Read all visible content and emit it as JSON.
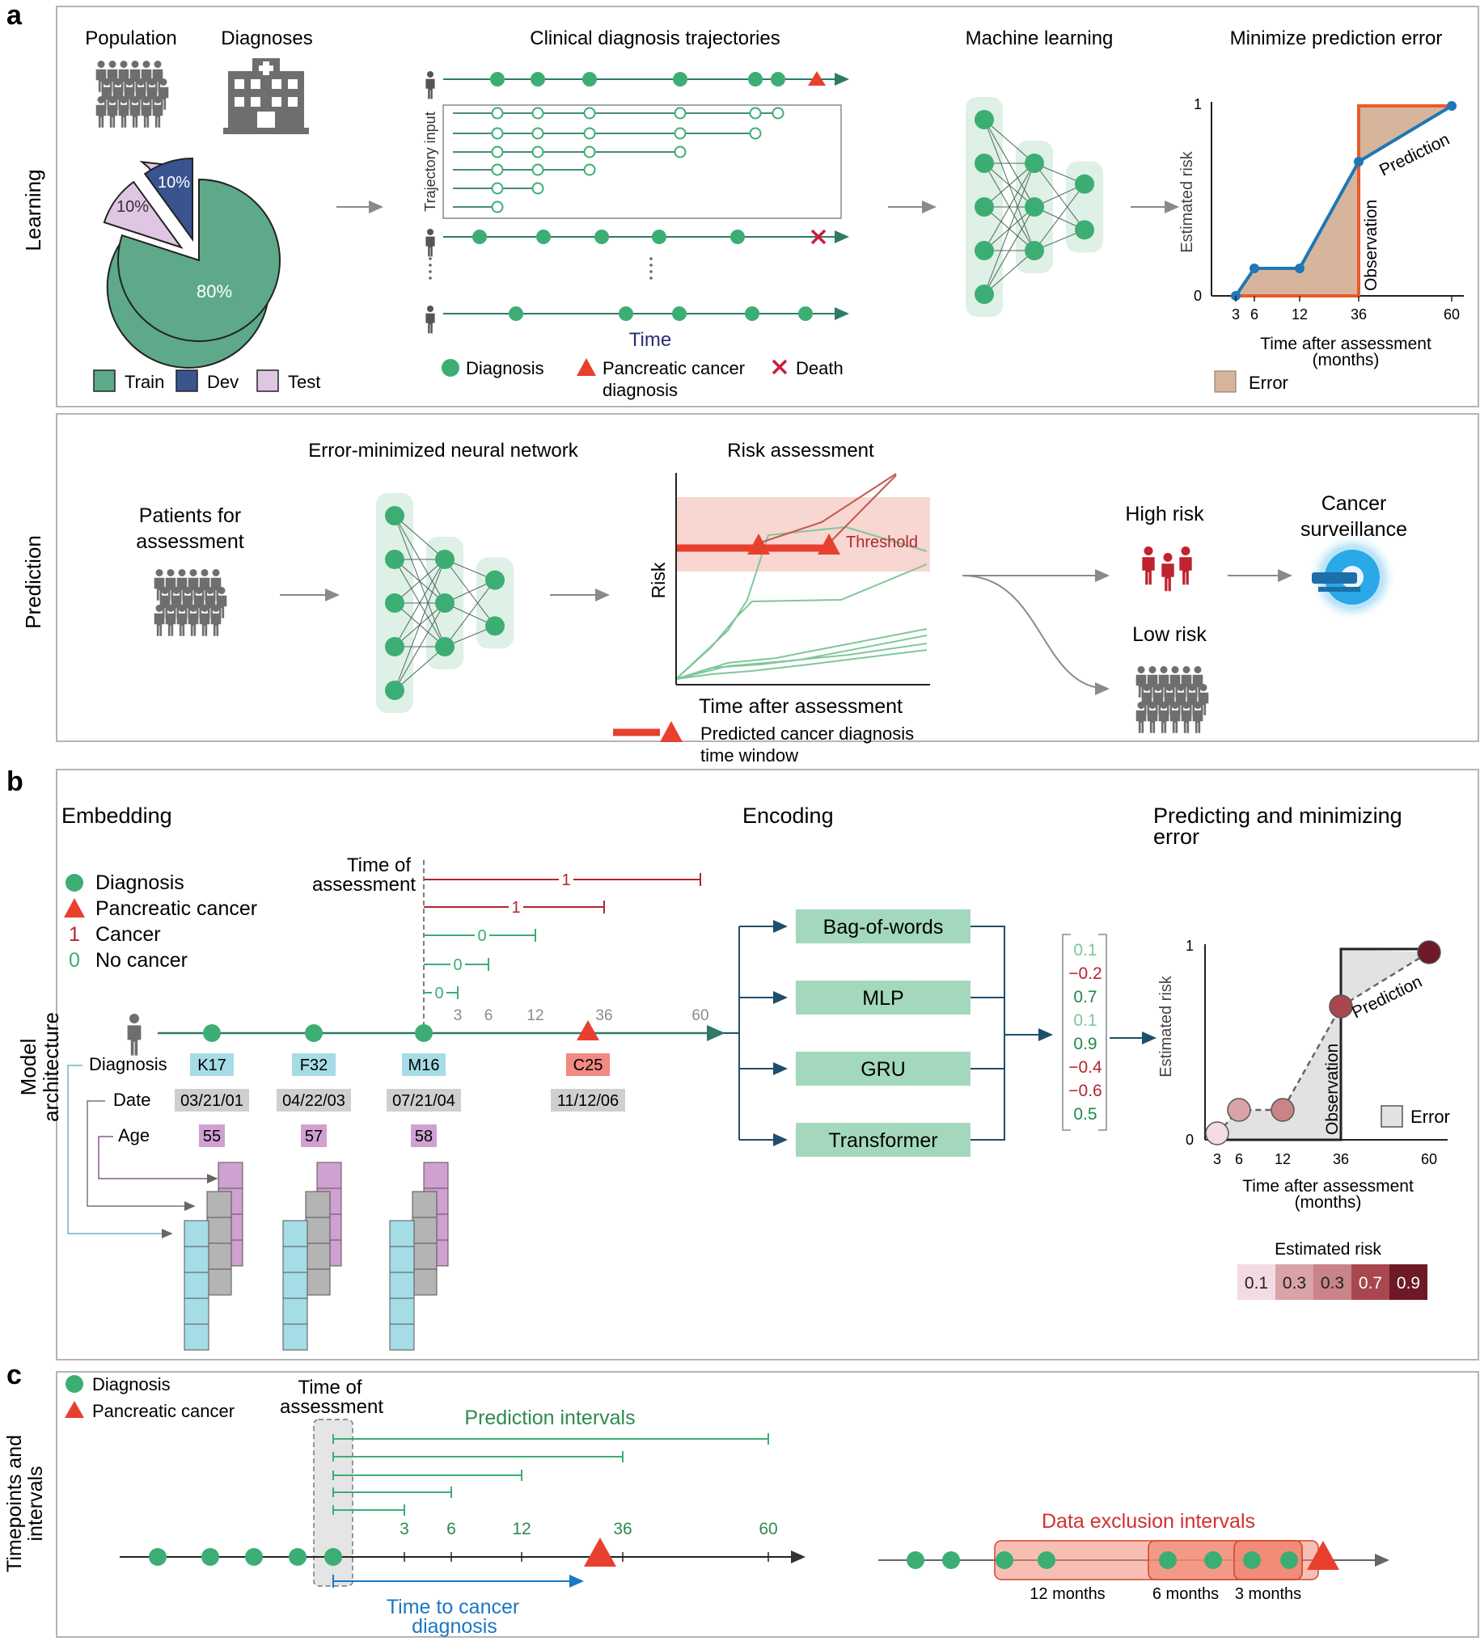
{
  "colors": {
    "green": "#3cae74",
    "green_light": "#dff0e6",
    "red": "#e8402f",
    "dark_red": "#b0272e",
    "teal": "#2e7a66",
    "blue_line": "#1a77c2",
    "train": "#5da98a",
    "dev": "#3a5490",
    "test": "#dfc7e3",
    "error_fill": "#d7b59d",
    "error_line": "#e85b2a",
    "threshold_band": "#f8d6d2",
    "embed_blue": "#a5dce5",
    "embed_gray": "#b4b4b4",
    "embed_purple": "#cfa0d0",
    "encoder_box": "#a3d8bd"
  },
  "panel_a": {
    "letter": "a",
    "learning": {
      "row_label": "Learning",
      "population": "Population",
      "diagnoses": "Diagnoses",
      "pie": [
        {
          "name": "Train",
          "pct": "80%",
          "value": 80
        },
        {
          "name": "Dev",
          "pct": "10%",
          "value": 10
        },
        {
          "name": "Test",
          "pct": "10%",
          "value": 10
        }
      ],
      "trajectories_title": "Clinical diagnosis trajectories",
      "trajectory_input": "Trajectory input",
      "time_label": "Time",
      "legend_diagnosis": "Diagnosis",
      "legend_pancreatic_1": "Pancreatic cancer",
      "legend_pancreatic_2": "diagnosis",
      "legend_death": "Death",
      "ml_title": "Machine learning",
      "minimize_title": "Minimize prediction error",
      "chart": {
        "ylabel": "Estimated risk",
        "y_top": "1",
        "y_bottom": "0",
        "x_ticks": [
          "3",
          "6",
          "12",
          "36",
          "60"
        ],
        "xlabel_1": "Time after assessment",
        "xlabel_2": "(months)",
        "prediction": "Prediction",
        "observation": "Observation",
        "error_legend": "Error"
      }
    },
    "prediction": {
      "row_label": "Prediction",
      "patients_1": "Patients for",
      "patients_2": "assessment",
      "nn_title": "Error-minimized neural network",
      "risk_title": "Risk assessment",
      "risk_ylabel": "Risk",
      "risk_xlabel": "Time after assessment",
      "threshold": "Threshold",
      "window_1": "Predicted cancer diagnosis",
      "window_2": "time window",
      "high_risk": "High risk",
      "low_risk": "Low risk",
      "surveillance_1": "Cancer",
      "surveillance_2": "surveillance"
    }
  },
  "panel_b": {
    "letter": "b",
    "row_label_1": "Model",
    "row_label_2": "architecture",
    "embedding": "Embedding",
    "encoding": "Encoding",
    "predicting_1": "Predicting and minimizing",
    "predicting_2": "error",
    "legend": {
      "diagnosis": "Diagnosis",
      "pancreatic": "Pancreatic cancer",
      "cancer_sym": "1",
      "cancer": "Cancer",
      "nocancer_sym": "0",
      "nocancer": "No cancer"
    },
    "time_of_1": "Time of",
    "time_of_2": "assessment",
    "interval_labels": [
      "1",
      "1",
      "0",
      "0",
      "0"
    ],
    "ticks": [
      "3",
      "6",
      "12",
      "36",
      "60"
    ],
    "row_diagnosis": "Diagnosis",
    "row_date": "Date",
    "row_age": "Age",
    "codes": [
      "K17",
      "F32",
      "M16",
      "C25"
    ],
    "dates": [
      "03/21/01",
      "04/22/03",
      "07/21/04",
      "11/12/06"
    ],
    "ages": [
      "55",
      "57",
      "58"
    ],
    "encoders": [
      "Bag-of-words",
      "MLP",
      "GRU",
      "Transformer"
    ],
    "vector": [
      "0.1",
      "−0.2",
      "0.7",
      "0.1",
      "0.9",
      "−0.4",
      "−0.6",
      "0.5"
    ],
    "chart": {
      "ylabel": "Estimated risk",
      "y_top": "1",
      "y_bottom": "0",
      "x_ticks": [
        "3",
        "6",
        "12",
        "36",
        "60"
      ],
      "xlabel_1": "Time after assessment",
      "xlabel_2": "(months)",
      "prediction": "Prediction",
      "observation": "Observation",
      "error": "Error"
    },
    "risk_scale_title": "Estimated risk",
    "risk_scale": [
      {
        "v": "0.1",
        "c": "#f4dbe3"
      },
      {
        "v": "0.3",
        "c": "#d9a3a7"
      },
      {
        "v": "0.3",
        "c": "#c98488"
      },
      {
        "v": "0.7",
        "c": "#a9474f"
      },
      {
        "v": "0.9",
        "c": "#6d1a26"
      }
    ]
  },
  "panel_c": {
    "letter": "c",
    "row_label_1": "Timepoints and",
    "row_label_2": "intervals",
    "legend_diagnosis": "Diagnosis",
    "legend_pancreatic": "Pancreatic cancer",
    "time_of_1": "Time of",
    "time_of_2": "assessment",
    "prediction_intervals": "Prediction intervals",
    "ticks": [
      "3",
      "6",
      "12",
      "36",
      "60"
    ],
    "time_to_1": "Time to cancer",
    "time_to_2": "diagnosis",
    "exclusion_title": "Data exclusion intervals",
    "exclusion_labels": [
      "12 months",
      "6 months",
      "3 months"
    ]
  }
}
